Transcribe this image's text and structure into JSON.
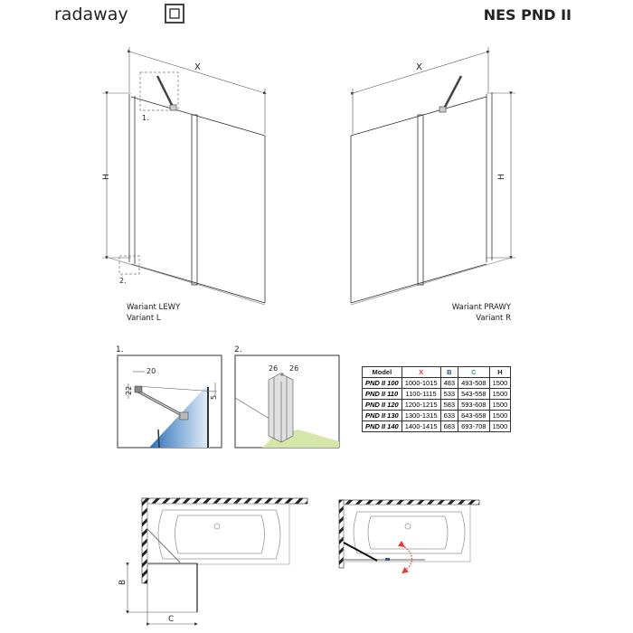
{
  "brand": {
    "name": "radaway"
  },
  "header": {
    "title": "NES PND II"
  },
  "drawings": {
    "left": {
      "x_label": "X",
      "h_label": "H",
      "detail1_marker": "1.",
      "detail2_marker": "2.",
      "caption_pl": "Wariant LEWY",
      "caption_en": "Variant L"
    },
    "right": {
      "x_label": "X",
      "h_label": "H",
      "caption_pl": "Wariant PRAWY",
      "caption_en": "Variant R"
    }
  },
  "details": {
    "detail1": {
      "label": "1.",
      "dim_width": "20",
      "dim_height": "22",
      "dim_offset": "5"
    },
    "detail2": {
      "label": "2.",
      "dim_a": "26",
      "dim_b": "26"
    }
  },
  "table": {
    "headers": [
      "Model",
      "X",
      "B",
      "C",
      "H"
    ],
    "header_colors": [
      "#222222",
      "#e53935",
      "#1e4fa8",
      "#3bb54a",
      "#222222"
    ],
    "rows": [
      [
        "PND II 100",
        "1000-1015",
        "483",
        "493-508",
        "1500"
      ],
      [
        "PND II 110",
        "1100-1115",
        "533",
        "543-558",
        "1500"
      ],
      [
        "PND II 120",
        "1200-1215",
        "583",
        "593-608",
        "1500"
      ],
      [
        "PND II 130",
        "1300-1315",
        "633",
        "643-658",
        "1500"
      ],
      [
        "PND II 140",
        "1400-1415",
        "683",
        "693-708",
        "1500"
      ]
    ]
  },
  "plan": {
    "b_label": "B",
    "c_label": "C"
  },
  "colors": {
    "x": "#e53935",
    "b": "#1e4fa8",
    "c": "#3bb54a",
    "glass": "#3a7fc4",
    "floor": "#d6e6a8"
  }
}
